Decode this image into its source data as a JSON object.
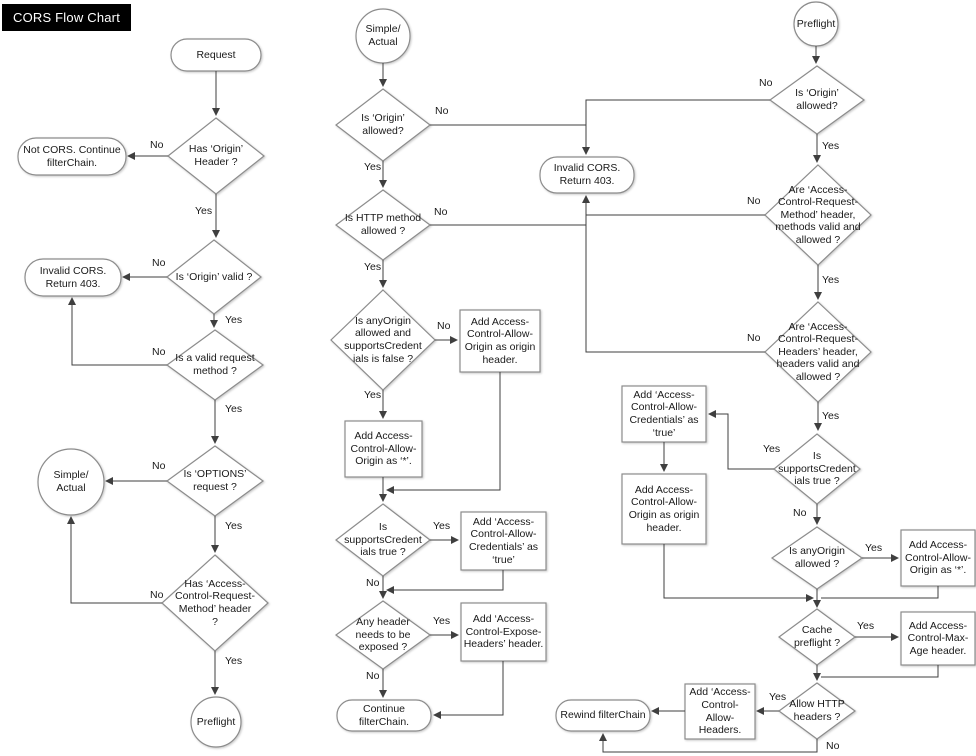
{
  "title": "CORS Flow Chart",
  "labels": {
    "yes": "Yes",
    "no": "No"
  },
  "nodes": {
    "request": "Request",
    "has_origin": "Has ‘Origin’\nHeader ?",
    "not_cors": "Not CORS. Continue\nfilterChain.",
    "origin_valid": "Is ‘Origin’ valid ?",
    "invalid_cors_left": "Invalid CORS.\nReturn 403.",
    "valid_method": "Is a valid request\nmethod ?",
    "simple_actual_left": "Simple/\nActual",
    "options_request": "Is ‘OPTIONS’\nrequest ?",
    "has_acrm": "Has ‘Access-\nControl-Request-\nMethod’ header\n?",
    "preflight_left": "Preflight",
    "simple_actual_mid": "Simple/\nActual",
    "origin_allowed_mid": "Is ‘Origin’\nallowed?",
    "invalid_cors_mid": "Invalid CORS.\nReturn 403.",
    "http_method_allowed": "Is HTTP method\nallowed ?",
    "anyorigin_supports": "Is anyOrigin\nallowed and\nsupportsCredent\nials is false ?",
    "add_acao_origin_mid": "Add Access-\nControl-Allow-\nOrigin as origin\nheader.",
    "add_acao_star_mid": "Add Access-\nControl-Allow-\nOrigin as ‘*’.",
    "supports_cred_mid": "Is\nsupportsCredent\nials true ?",
    "add_acac_true_mid": "Add ‘Access-\nControl-Allow-\nCredentials’ as\n‘true’",
    "any_header_exposed": "Any header\nneeds to be\nexposed ?",
    "add_aceh": "Add ‘Access-\nControl-Expose-\nHeaders’ header.",
    "continue_filterchain": "Continue filterChain.",
    "preflight_right": "Preflight",
    "origin_allowed_right": "Is ‘Origin’\nallowed?",
    "acrm_valid": "Are ‘Access-\nControl-Request-\nMethod’ header,\nmethods  valid and\nallowed ?",
    "acrh_valid": "Are ‘Access-\nControl-Request-\nHeaders’ header,\nheaders valid and\nallowed ?",
    "supports_cred_right": "Is\nsupportsCredent\nials true ?",
    "add_acac_true_right": "Add ‘Access-\nControl-Allow-\nCredentials’ as\n‘true’",
    "add_acao_origin_right": "Add Access-\nControl-Allow-\nOrigin as origin\nheader.",
    "anyorigin_right": "Is anyOrigin\nallowed ?",
    "add_acao_star_right": "Add Access-\nControl-Allow-\nOrigin as ‘*’.",
    "cache_preflight": "Cache\npreflight ?",
    "add_max_age": "Add Access-\nControl-Max-\nAge header.",
    "allow_http_headers": "Allow HTTP\nheaders ?",
    "add_acah": "Add ‘Access-\nControl-\nAllow-\nHeaders.",
    "rewind_filterchain": "Rewind filterChain"
  }
}
